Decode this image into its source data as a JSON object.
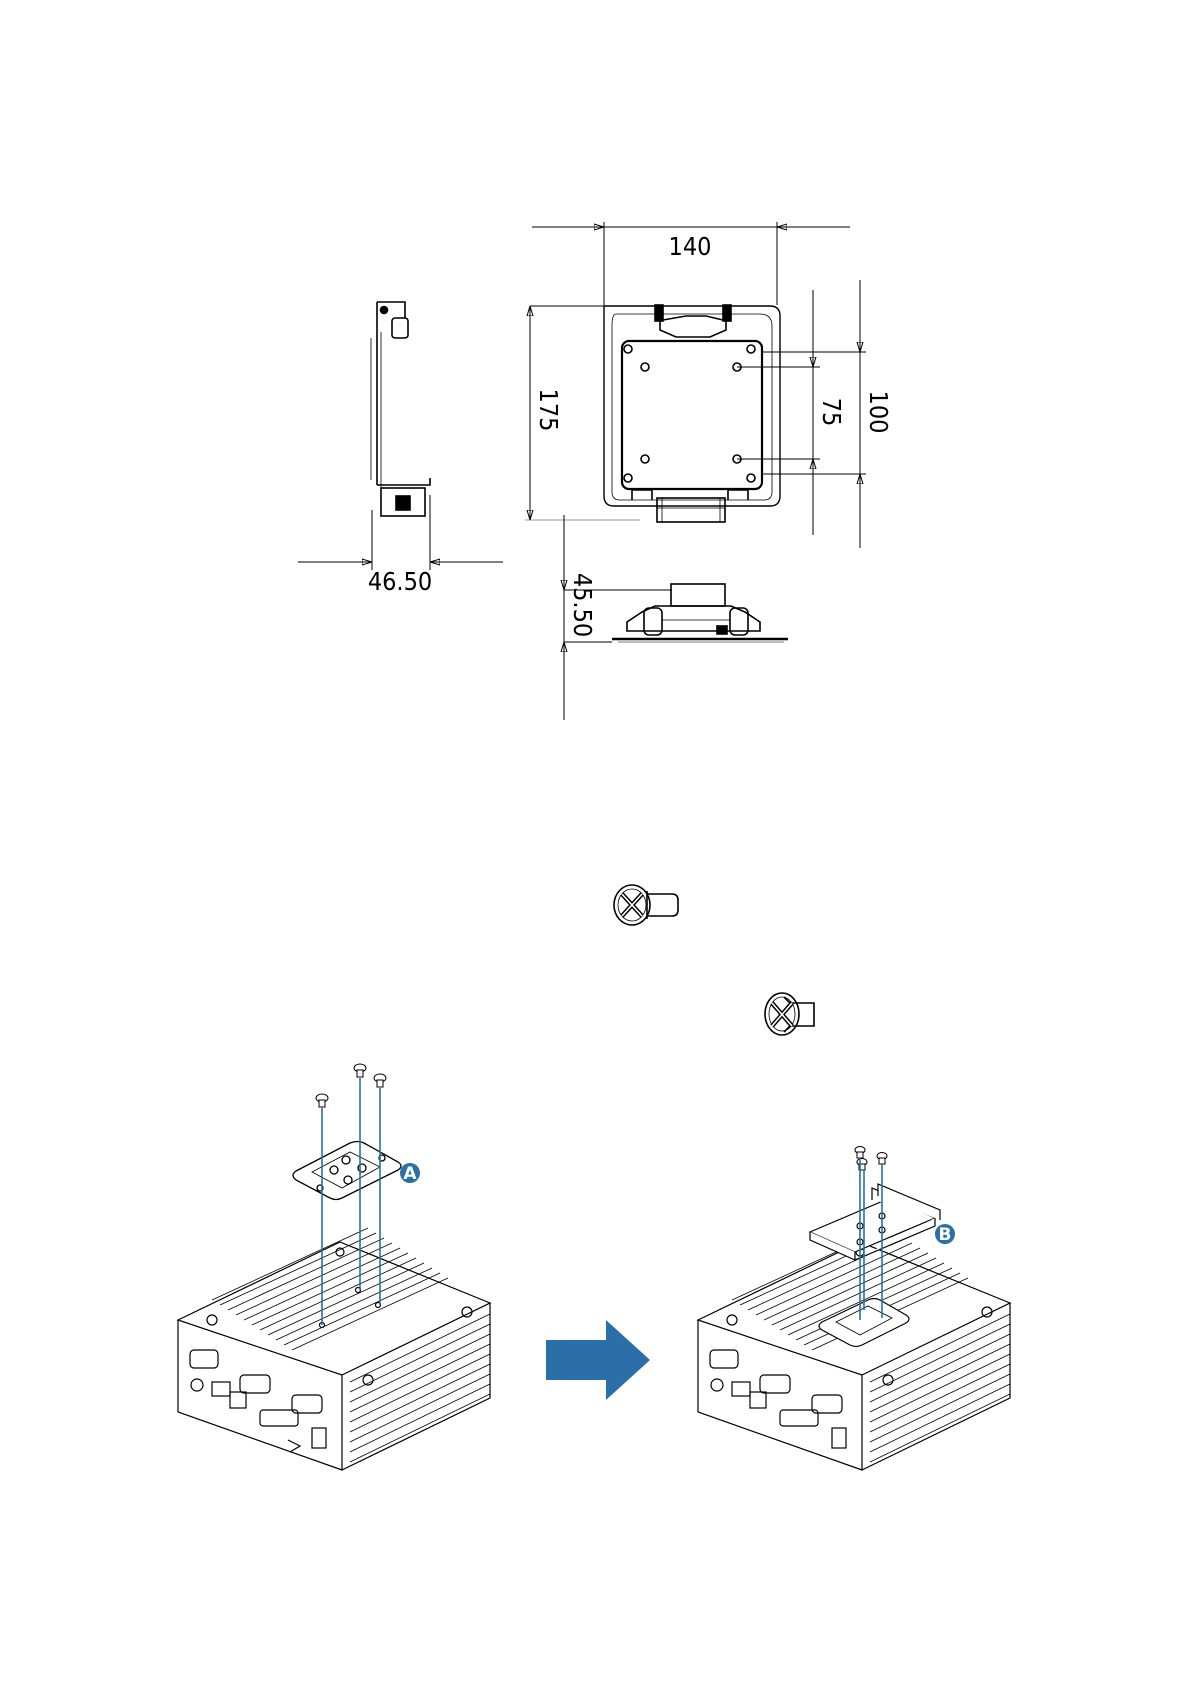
{
  "dimensions": {
    "width": "140",
    "height": "175",
    "vesa_small": "75",
    "vesa_large": "100",
    "side_depth": "46.50",
    "bottom_depth": "45.50"
  },
  "callouts": {
    "a": "A",
    "b": "B"
  },
  "colors": {
    "line": "#000000",
    "accent": "#2a6fa8",
    "arrow": "#2a6fa8"
  },
  "icons": {
    "screen_round": "phillips-pan-head-screw-icon",
    "screen_flat": "phillips-flat-head-screw-icon",
    "next_step": "right-arrow-icon"
  }
}
